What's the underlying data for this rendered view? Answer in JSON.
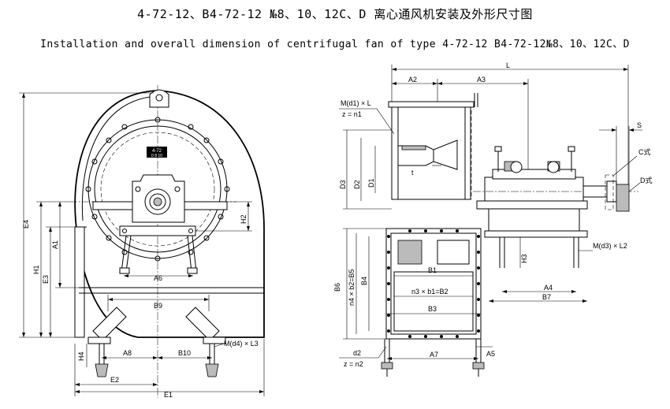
{
  "title_cn": "4-72-12、B4-72-12 №8、10、12C、D 离心通风机安装及外形尺寸图",
  "title_en": "Installation and overall dimension of centrifugal fan of type 4-72-12 B4-72-12№8、10、12C、D",
  "nameplate": {
    "line1": "4-72",
    "line2": "0 8 10"
  },
  "left_view": {
    "E4": "E4",
    "H1": "H1",
    "E3": "E3",
    "A1": "A1",
    "H2": "H2",
    "A6": "A6",
    "B9": "B9",
    "H4": "H4",
    "A8": "A8",
    "B10": "B10",
    "E2": "E2",
    "E1": "E1",
    "bolt": "M(d4) × L3"
  },
  "right_view": {
    "L": "L",
    "A2": "A2",
    "A3": "A3",
    "S": "S",
    "flange_bolt": "M(d1) × L",
    "flange_count": "z = n1",
    "C_type": "C式",
    "D_type": "D式",
    "D3": "D3",
    "D2": "D2",
    "D1": "D1",
    "t": "t",
    "base_bolt": "M(d3) × L2",
    "H3": "H3",
    "B6": "B6",
    "B5": "n4 × b2=B5",
    "B4": "B4",
    "B1": "B1",
    "B2": "n3 × b1=B2",
    "B3": "B3",
    "A4": "A4",
    "B7": "B7",
    "d2": "d2",
    "z2": "z = n2",
    "A7": "A7",
    "A5": "A5"
  }
}
